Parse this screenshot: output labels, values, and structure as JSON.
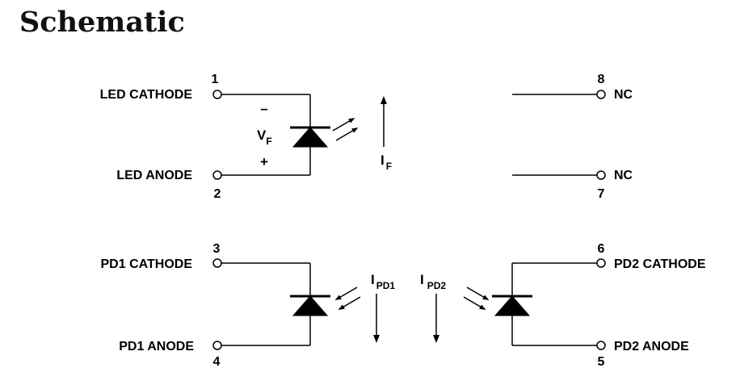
{
  "title": "Schematic",
  "pins": {
    "p1": {
      "num": "1",
      "label": "LED CATHODE"
    },
    "p2": {
      "num": "2",
      "label": "LED ANODE"
    },
    "p3": {
      "num": "3",
      "label": "PD1 CATHODE"
    },
    "p4": {
      "num": "4",
      "label": "PD1 ANODE"
    },
    "p5": {
      "num": "5",
      "label": "PD2 ANODE"
    },
    "p6": {
      "num": "6",
      "label": "PD2 CATHODE"
    },
    "p7": {
      "num": "7",
      "label": "NC"
    },
    "p8": {
      "num": "8",
      "label": "NC"
    }
  },
  "annotations": {
    "minus": "–",
    "plus": "+",
    "vf_main": "V",
    "vf_sub": "F",
    "if_main": "I",
    "if_sub": "F",
    "ipd1_main": "I",
    "ipd1_sub": "PD1",
    "ipd2_main": "I",
    "ipd2_sub": "PD2"
  }
}
